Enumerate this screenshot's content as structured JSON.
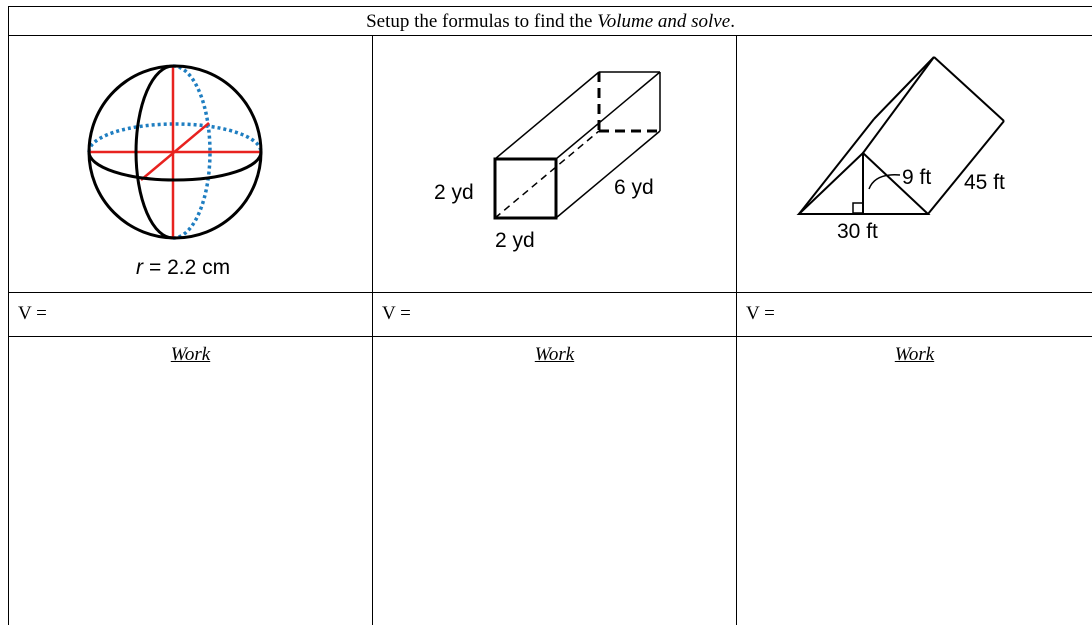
{
  "header": {
    "instruction_prefix": "Setup the formulas to find the ",
    "instruction_emphasis": "Volume and solve",
    "instruction_suffix": "."
  },
  "figures": [
    {
      "shape": "sphere",
      "radius_var": "r",
      "radius_value": "= 2.2 cm"
    },
    {
      "shape": "rectangular-prism",
      "height_label": "2 yd",
      "width_label": "2 yd",
      "length_label": "6 yd"
    },
    {
      "shape": "triangular-prism",
      "height_label": "9 ft",
      "length_label": "45 ft",
      "base_label": "30 ft"
    }
  ],
  "answers": [
    {
      "label": "V ="
    },
    {
      "label": "V ="
    },
    {
      "label": "V ="
    }
  ],
  "work": [
    {
      "label": "Work"
    },
    {
      "label": "Work"
    },
    {
      "label": "Work"
    }
  ],
  "colors": {
    "radius_red": "#e8221f",
    "dotted_blue": "#1f7ec1",
    "line_black": "#000000"
  }
}
